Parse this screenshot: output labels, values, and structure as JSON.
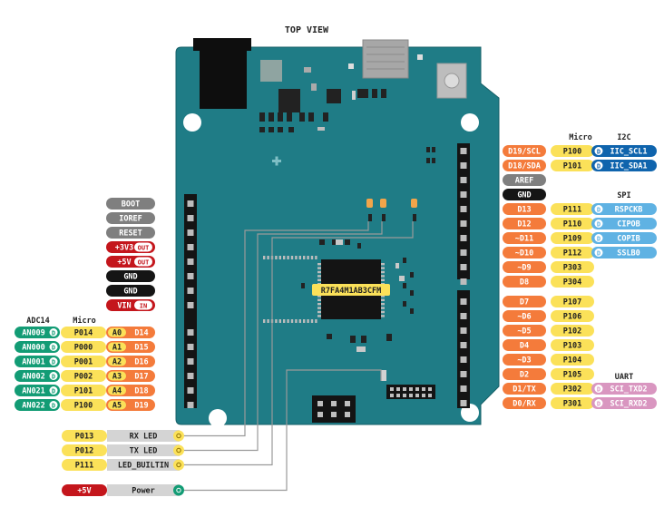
{
  "title": "TOP VIEW",
  "chip_label": "R7FA4M1AB3CFM",
  "colors": {
    "board": "#1f7c86",
    "board_edge": "#176068",
    "gray": "#7f7f7f",
    "black": "#151515",
    "red": "#c4161c",
    "orange": "#f47b3b",
    "yellow": "#fbe159",
    "green": "#139c75",
    "blue_dark": "#0f64ad",
    "blue_light": "#5fb2e3",
    "pink": "#d996c0",
    "light_gray": "#d4d4d4"
  },
  "headers": {
    "micro_right": "Micro",
    "i2c": "I2C",
    "spi": "SPI",
    "uart": "UART",
    "adc": "ADC14",
    "micro_left": "Micro"
  },
  "right_pins": [
    {
      "name": "D19/SCL",
      "type": "orange",
      "micro": "P100",
      "func": "IIC_SCL1",
      "func_type": "blue_dark",
      "badge": "D"
    },
    {
      "name": "D18/SDA",
      "type": "orange",
      "micro": "P101",
      "func": "IIC_SDA1",
      "func_type": "blue_dark",
      "badge": "D"
    },
    {
      "name": "AREF",
      "type": "gray",
      "micro": "",
      "func": "",
      "func_type": "",
      "badge": ""
    },
    {
      "name": "GND",
      "type": "black",
      "micro": "",
      "func": "",
      "func_type": "",
      "badge": ""
    },
    {
      "name": "D13",
      "type": "orange",
      "micro": "P111",
      "func": "RSPCKB",
      "func_type": "blue_light",
      "badge": "D"
    },
    {
      "name": "D12",
      "type": "orange",
      "micro": "P110",
      "func": "CIPOB",
      "func_type": "blue_light",
      "badge": "D"
    },
    {
      "name": "~D11",
      "type": "orange",
      "micro": "P109",
      "func": "COPIB",
      "func_type": "blue_light",
      "badge": "D"
    },
    {
      "name": "~D10",
      "type": "orange",
      "micro": "P112",
      "func": "SSLB0",
      "func_type": "blue_light",
      "badge": "D"
    },
    {
      "name": "~D9",
      "type": "orange",
      "micro": "P303",
      "func": "",
      "func_type": "",
      "badge": ""
    },
    {
      "name": "D8",
      "type": "orange",
      "micro": "P304",
      "func": "",
      "func_type": "",
      "badge": ""
    },
    {
      "name": "D7",
      "type": "orange",
      "micro": "P107",
      "func": "",
      "func_type": "",
      "badge": ""
    },
    {
      "name": "~D6",
      "type": "orange",
      "micro": "P106",
      "func": "",
      "func_type": "",
      "badge": ""
    },
    {
      "name": "~D5",
      "type": "orange",
      "micro": "P102",
      "func": "",
      "func_type": "",
      "badge": ""
    },
    {
      "name": "D4",
      "type": "orange",
      "micro": "P103",
      "func": "",
      "func_type": "",
      "badge": ""
    },
    {
      "name": "~D3",
      "type": "orange",
      "micro": "P104",
      "func": "",
      "func_type": "",
      "badge": ""
    },
    {
      "name": "D2",
      "type": "orange",
      "micro": "P105",
      "func": "",
      "func_type": "",
      "badge": ""
    },
    {
      "name": "D1/TX",
      "type": "orange",
      "micro": "P302",
      "func": "SCI_TXD2",
      "func_type": "pink",
      "badge": "D"
    },
    {
      "name": "D0/RX",
      "type": "orange",
      "micro": "P301",
      "func": "SCI_RXD2",
      "func_type": "pink",
      "badge": "D"
    }
  ],
  "power_pins": [
    {
      "name": "BOOT",
      "type": "gray",
      "tag": ""
    },
    {
      "name": "IOREF",
      "type": "gray",
      "tag": ""
    },
    {
      "name": "RESET",
      "type": "gray",
      "tag": ""
    },
    {
      "name": "+3V3",
      "type": "red",
      "tag": "OUT"
    },
    {
      "name": "+5V",
      "type": "red",
      "tag": "OUT"
    },
    {
      "name": "GND",
      "type": "black",
      "tag": ""
    },
    {
      "name": "GND",
      "type": "black",
      "tag": ""
    },
    {
      "name": "VIN",
      "type": "red",
      "tag": "IN"
    }
  ],
  "analog_pins": [
    {
      "adc": "AN009",
      "micro": "P014",
      "a": "A0",
      "d": "D14"
    },
    {
      "adc": "AN000",
      "micro": "P000",
      "a": "A1",
      "d": "D15"
    },
    {
      "adc": "AN001",
      "micro": "P001",
      "a": "A2",
      "d": "D16"
    },
    {
      "adc": "AN002",
      "micro": "P002",
      "a": "A3",
      "d": "D17"
    },
    {
      "adc": "AN021",
      "micro": "P101",
      "a": "A4",
      "d": "D18"
    },
    {
      "adc": "AN022",
      "micro": "P100",
      "a": "A5",
      "d": "D19"
    }
  ],
  "leds": [
    {
      "micro": "P013",
      "name": "RX LED",
      "micro_type": "yellow"
    },
    {
      "micro": "P012",
      "name": "TX LED",
      "micro_type": "yellow"
    },
    {
      "micro": "P111",
      "name": "LED_BUILTIN",
      "micro_type": "yellow"
    },
    {
      "micro": "+5V",
      "name": "Power",
      "micro_type": "red"
    }
  ],
  "badge_letter": "D"
}
